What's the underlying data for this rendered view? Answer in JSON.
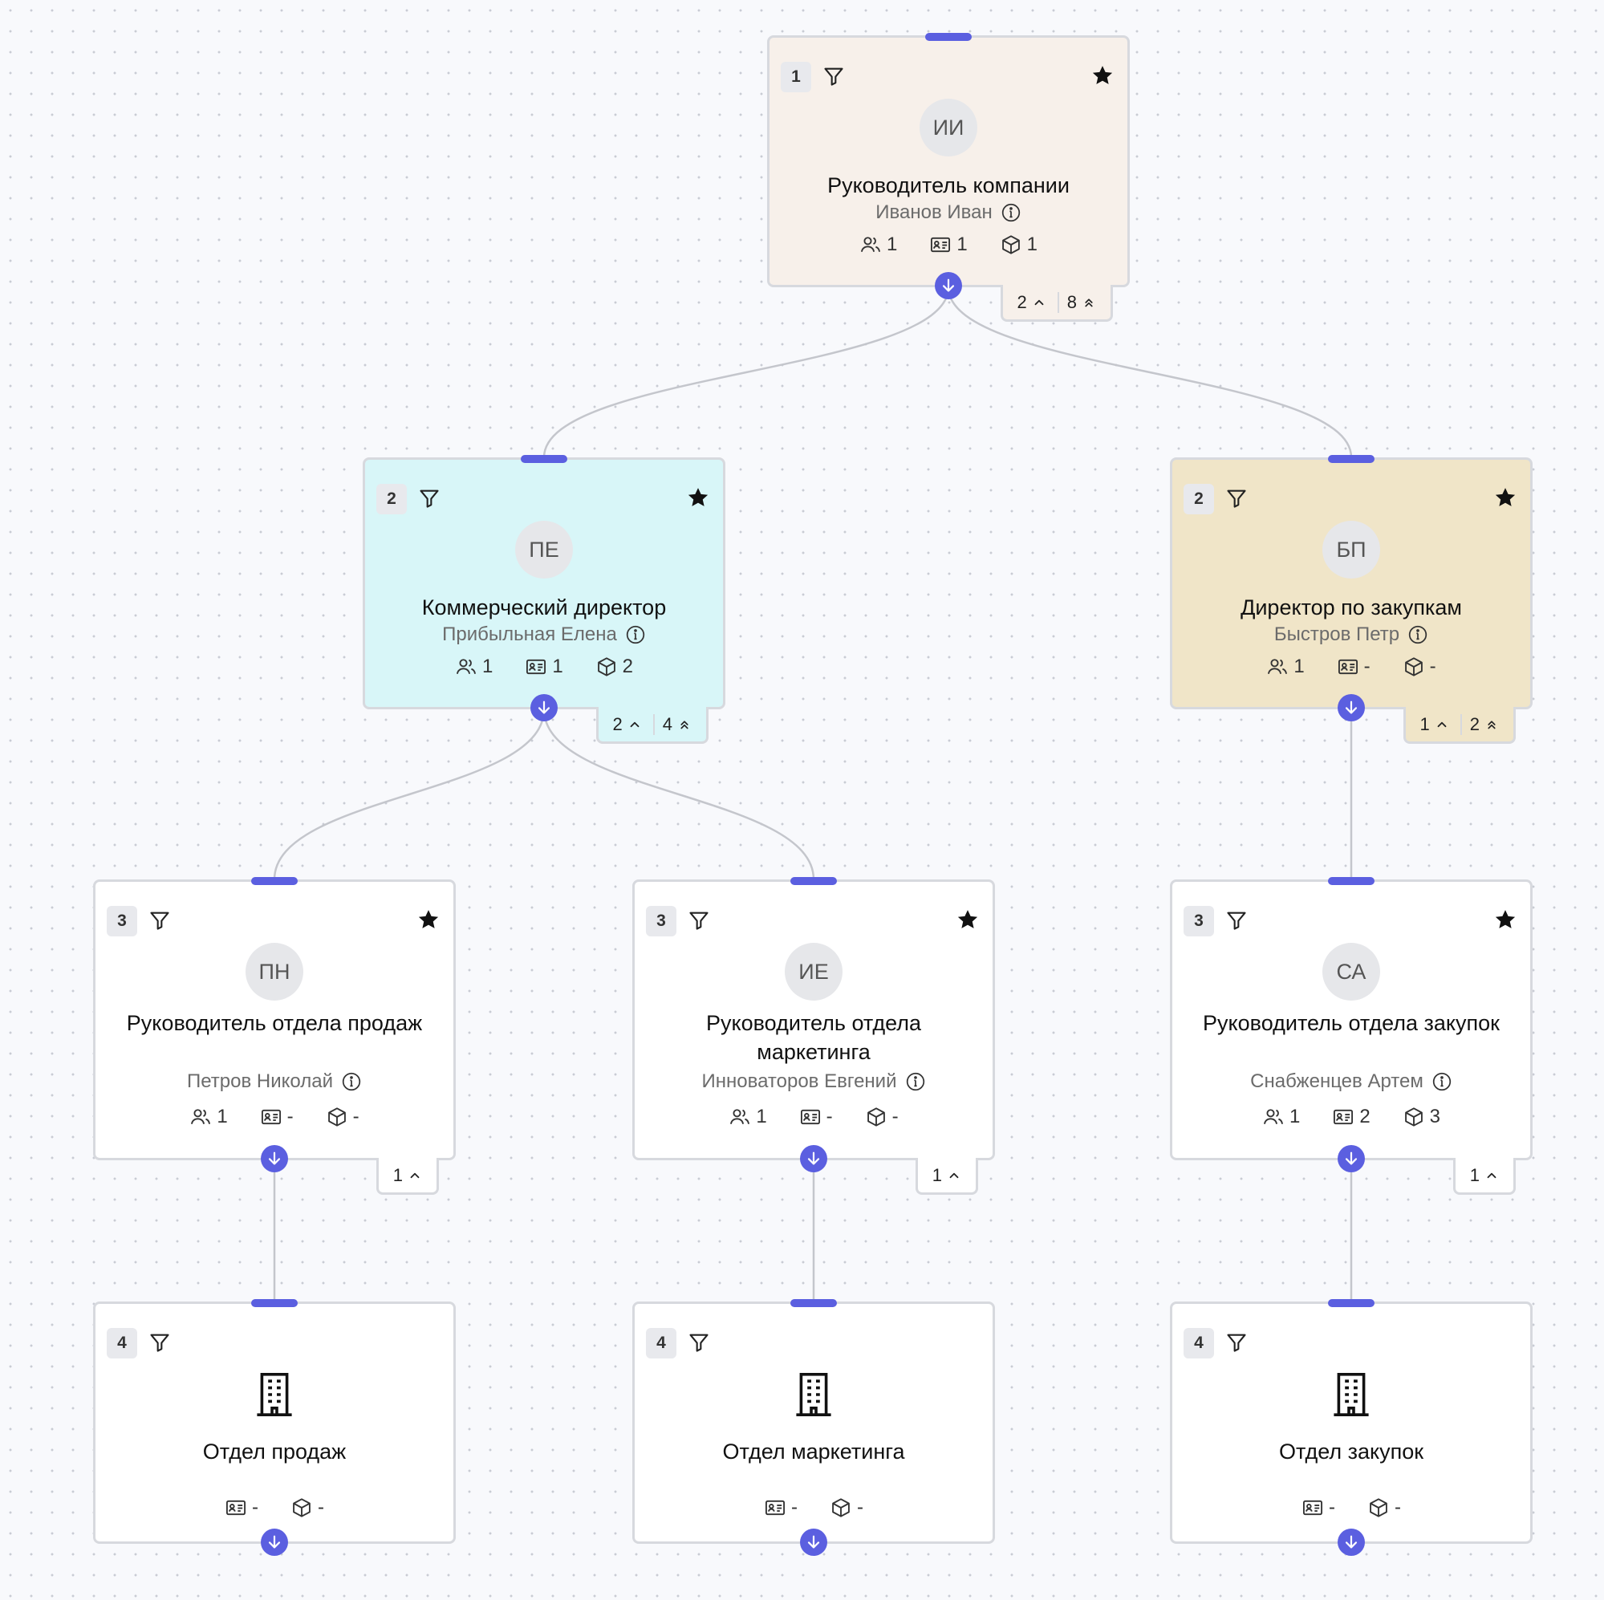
{
  "nodes": [
    {
      "id": "n1",
      "level": "1",
      "initials": "ИИ",
      "title": "Руководитель компании",
      "person": "Иванов Иван",
      "stats": {
        "employees": "1",
        "positions": "1",
        "resources": "1"
      },
      "counters": {
        "direct": "2",
        "total": "8"
      }
    },
    {
      "id": "n2",
      "level": "2",
      "initials": "ПЕ",
      "title": "Коммерческий директор",
      "person": "Прибыльная Елена",
      "stats": {
        "employees": "1",
        "positions": "1",
        "resources": "2"
      },
      "counters": {
        "direct": "2",
        "total": "4"
      }
    },
    {
      "id": "n3",
      "level": "2",
      "initials": "БП",
      "title": "Директор по закупкам",
      "person": "Быстров Петр",
      "stats": {
        "employees": "1",
        "positions": "-",
        "resources": "-"
      },
      "counters": {
        "direct": "1",
        "total": "2"
      }
    },
    {
      "id": "n4",
      "level": "3",
      "initials": "ПН",
      "title": "Руководитель отдела продаж",
      "person": "Петров Николай",
      "stats": {
        "employees": "1",
        "positions": "-",
        "resources": "-"
      },
      "counters": {
        "direct": "1"
      }
    },
    {
      "id": "n5",
      "level": "3",
      "initials": "ИЕ",
      "title": "Руководитель отдела маркетинга",
      "person": "Инноваторов Евгений",
      "stats": {
        "employees": "1",
        "positions": "-",
        "resources": "-"
      },
      "counters": {
        "direct": "1"
      }
    },
    {
      "id": "n6",
      "level": "3",
      "initials": "СА",
      "title": "Руководитель отдела закупок",
      "person": "Снабженцев Артем",
      "stats": {
        "employees": "1",
        "positions": "2",
        "resources": "3"
      },
      "counters": {
        "direct": "1"
      }
    },
    {
      "id": "n7",
      "level": "4",
      "title": "Отдел продаж",
      "stats": {
        "positions": "-",
        "resources": "-"
      }
    },
    {
      "id": "n8",
      "level": "4",
      "title": "Отдел маркетинга",
      "stats": {
        "positions": "-",
        "resources": "-"
      }
    },
    {
      "id": "n9",
      "level": "4",
      "title": "Отдел закупок",
      "stats": {
        "positions": "-",
        "resources": "-"
      }
    }
  ],
  "edges": [
    [
      "n1",
      "n2"
    ],
    [
      "n1",
      "n3"
    ],
    [
      "n2",
      "n4"
    ],
    [
      "n2",
      "n5"
    ],
    [
      "n3",
      "n6"
    ],
    [
      "n4",
      "n7"
    ],
    [
      "n5",
      "n8"
    ],
    [
      "n6",
      "n9"
    ]
  ],
  "colors": {
    "accent": "#5b5fe0",
    "node_beige": "#f7f0ea",
    "node_cyan": "#d8f6f8",
    "node_sand": "#f0e5c8",
    "node_white": "#ffffff",
    "connector": "#c4c6cc"
  },
  "icons": [
    "filter-icon",
    "star-icon",
    "info-icon",
    "users-icon",
    "id-card-icon",
    "box-icon",
    "building-icon",
    "arrow-down-icon",
    "chevron-up-icon",
    "double-chevron-up-icon"
  ]
}
